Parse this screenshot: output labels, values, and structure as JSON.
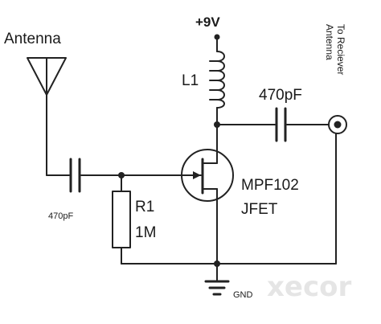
{
  "labels": {
    "antenna": "Antenna",
    "supply": "+9V",
    "inductor": "L1",
    "cap_out_value": "470pF",
    "cap_in_value": "470pF",
    "resistor_name": "R1",
    "resistor_value": "1M",
    "transistor_part": "MPF102",
    "transistor_type": "JFET",
    "ground": "GND",
    "output_line1": "To Reciever",
    "output_line2": "Antenna"
  },
  "watermark": "xecor",
  "colors": {
    "ink": "#222222",
    "watermark": "#e5e5e5"
  }
}
